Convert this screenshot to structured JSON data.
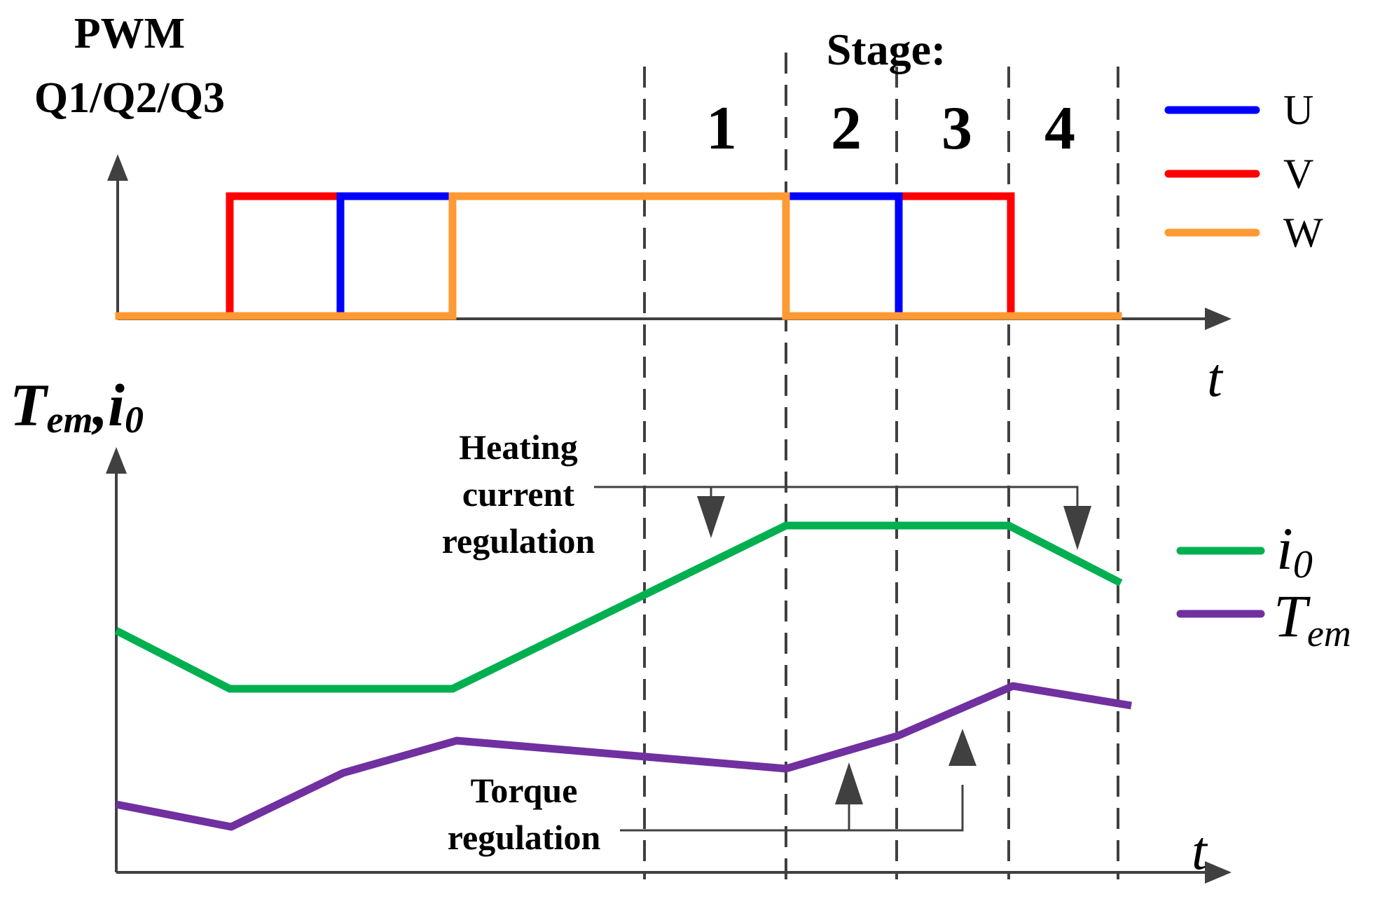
{
  "pwm_axis": {
    "title_line1": "PWM",
    "title_line2": "Q1/Q2/Q3",
    "time_label": "t"
  },
  "lower_axis": {
    "label_main": "T",
    "label_main_sub": "em",
    "label_sep": ",",
    "label_second": "i",
    "label_second_sub": "0",
    "time_label": "t"
  },
  "stages": {
    "header": "Stage:",
    "numbers": [
      "1",
      "2",
      "3",
      "4"
    ]
  },
  "legend_top": [
    {
      "name": "U",
      "color": "#0000ff"
    },
    {
      "name": "V",
      "color": "#ff0000"
    },
    {
      "name": "W",
      "color": "#ff9933"
    }
  ],
  "legend_bottom": [
    {
      "symbol": "i",
      "subscript": "0",
      "color": "#00b050"
    },
    {
      "symbol": "T",
      "subscript": "em",
      "color": "#7030a0"
    }
  ],
  "annotations": {
    "heating": [
      "Heating",
      "current",
      "regulation"
    ],
    "torque": [
      "Torque",
      "regulation"
    ]
  },
  "colors": {
    "axis": "#404040",
    "U": "#0000ff",
    "V": "#ff0000",
    "W": "#ff9933",
    "i0": "#00b050",
    "Tem": "#7030a0"
  }
}
